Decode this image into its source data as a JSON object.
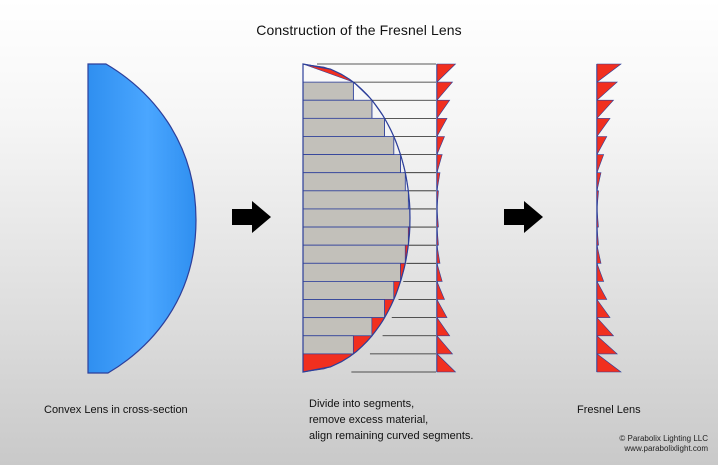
{
  "title": "Construction of the Fresnel Lens",
  "captions": {
    "convex": "Convex Lens in cross-section",
    "segments": [
      "Divide into segments,",
      "remove excess material,",
      "align remaining curved segments."
    ],
    "fresnel": "Fresnel Lens"
  },
  "credit": {
    "line1": "© Parabolix Lighting LLC",
    "line2": "www.parabolixlight.com"
  },
  "colors": {
    "lens_blue": "#3f9bf5",
    "lens_outline": "#2d3f9a",
    "segment_gray": "#c2c0ba",
    "material_red": "#f12f1f",
    "arrow": "#000000"
  },
  "icons": [
    "arrow-right-icon",
    "arrow-right-icon"
  ]
}
